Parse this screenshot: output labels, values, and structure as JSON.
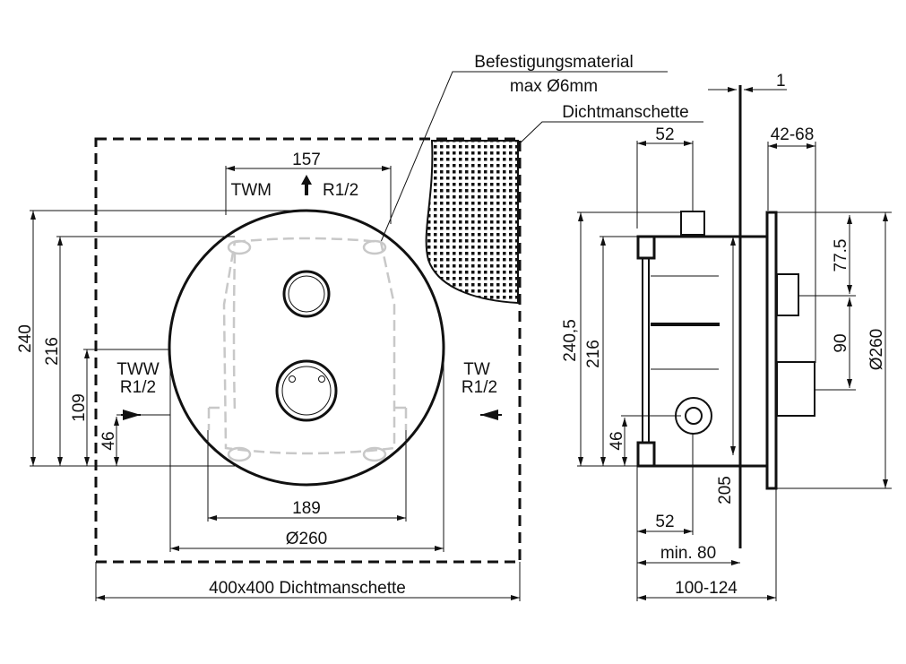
{
  "callouts": {
    "fixing": "Befestigungsmaterial",
    "fixing_size": "max Ø6mm",
    "seal": "Dichtmanschette",
    "wall_offset": "1"
  },
  "front_view": {
    "dim_top": "157",
    "port_top_a": "TWM",
    "port_top_b": "R1/2",
    "port_left_a": "TWW",
    "port_left_b": "R1/2",
    "port_right_a": "TW",
    "port_right_b": "R1/2",
    "dim_240": "240",
    "dim_216": "216",
    "dim_109": "109",
    "dim_46": "46",
    "dim_189": "189",
    "dim_dia": "Ø260",
    "dim_seal": "400x400  Dichtmanschette"
  },
  "side_view": {
    "dim_52_top": "52",
    "dim_42_68": "42-68",
    "dim_240_5": "240,5",
    "dim_216": "216",
    "dim_46": "46",
    "dim_205": "205",
    "dim_77_5": "77.5",
    "dim_90": "90",
    "dim_dia": "Ø260",
    "dim_52_bottom": "52",
    "dim_min80": "min. 80",
    "dim_100_124": "100-124"
  }
}
